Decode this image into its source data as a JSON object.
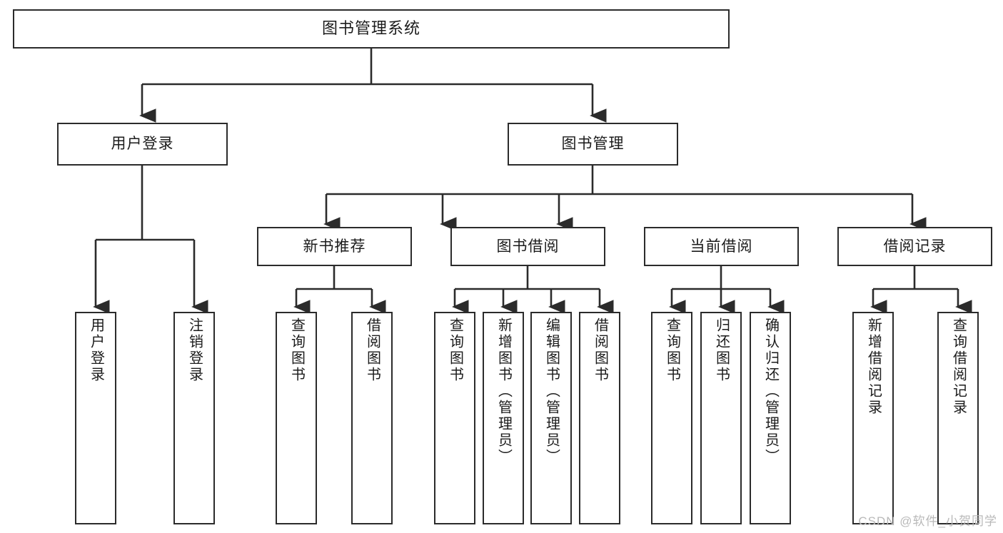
{
  "diagram": {
    "title": "图书管理系统",
    "type": "tree-hierarchy",
    "root": {
      "label": "图书管理系统"
    },
    "level1": [
      {
        "label": "用户登录"
      },
      {
        "label": "图书管理"
      }
    ],
    "level2": [
      {
        "label": "新书推荐"
      },
      {
        "label": "图书借阅"
      },
      {
        "label": "当前借阅"
      },
      {
        "label": "借阅记录"
      }
    ],
    "leaves": {
      "user_login": [
        {
          "label": "用户登录"
        },
        {
          "label": "注销登录"
        }
      ],
      "new_book_recommend": [
        {
          "label": "查询图书"
        },
        {
          "label": "借阅图书"
        }
      ],
      "book_borrow": [
        {
          "label": "查询图书"
        },
        {
          "label": "新增图书（管理员）"
        },
        {
          "label": "编辑图书（管理员）"
        },
        {
          "label": "借阅图书"
        }
      ],
      "current_borrow": [
        {
          "label": "查询图书"
        },
        {
          "label": "归还图书"
        },
        {
          "label": "确认归还（管理员）"
        }
      ],
      "borrow_record": [
        {
          "label": "新增借阅记录"
        },
        {
          "label": "查询借阅记录"
        }
      ]
    }
  },
  "watermark": {
    "text": "CSDN @软件_小贺同学"
  },
  "colors": {
    "border": "#2b2b2b",
    "background": "#ffffff",
    "text": "#1b1b1b",
    "watermark": "#b9b9b9"
  }
}
